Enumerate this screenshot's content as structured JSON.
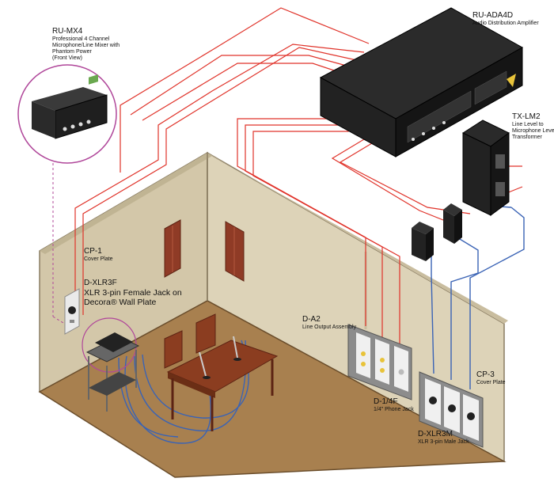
{
  "labels": {
    "mixer": {
      "title": "RU-MX4",
      "line1": "Professional 4 Channel",
      "line2": "Microphone/Line Mixer with",
      "line3": "Phantom Power",
      "line4": "(Front View)"
    },
    "amp": {
      "title": "RU-ADA4D",
      "sub": "Audio Distribution Amplifier"
    },
    "transformer": {
      "title": "TX-LM2",
      "line1": "Line Level to",
      "line2": "Microphone Level",
      "line3": "Transformer"
    },
    "cp1": {
      "title": "CP-1",
      "sub": "Cover Plate"
    },
    "dxlr3f": {
      "title": "D-XLR3F",
      "line1": "XLR 3-pin Female Jack on",
      "line2": "Decora® Wall Plate"
    },
    "da2": {
      "title": "D-A2",
      "sub": "Line Output Assembly"
    },
    "cp3": {
      "title": "CP-3",
      "sub": "Cover Plate"
    },
    "d14f": {
      "title": "D-1/4F",
      "sub": "1/4\" Phone Jack"
    },
    "dxlr3m": {
      "title": "D-XLR3M",
      "sub": "XLR 3-pin Male Jack"
    }
  },
  "colors": {
    "red_cable": "#e0332a",
    "blue_cable": "#3a63b5",
    "mixer_ring": "#b0479a",
    "floor": "#a8804f",
    "wall_left": "#d3c7a9",
    "wall_back": "#ddd3b8"
  }
}
